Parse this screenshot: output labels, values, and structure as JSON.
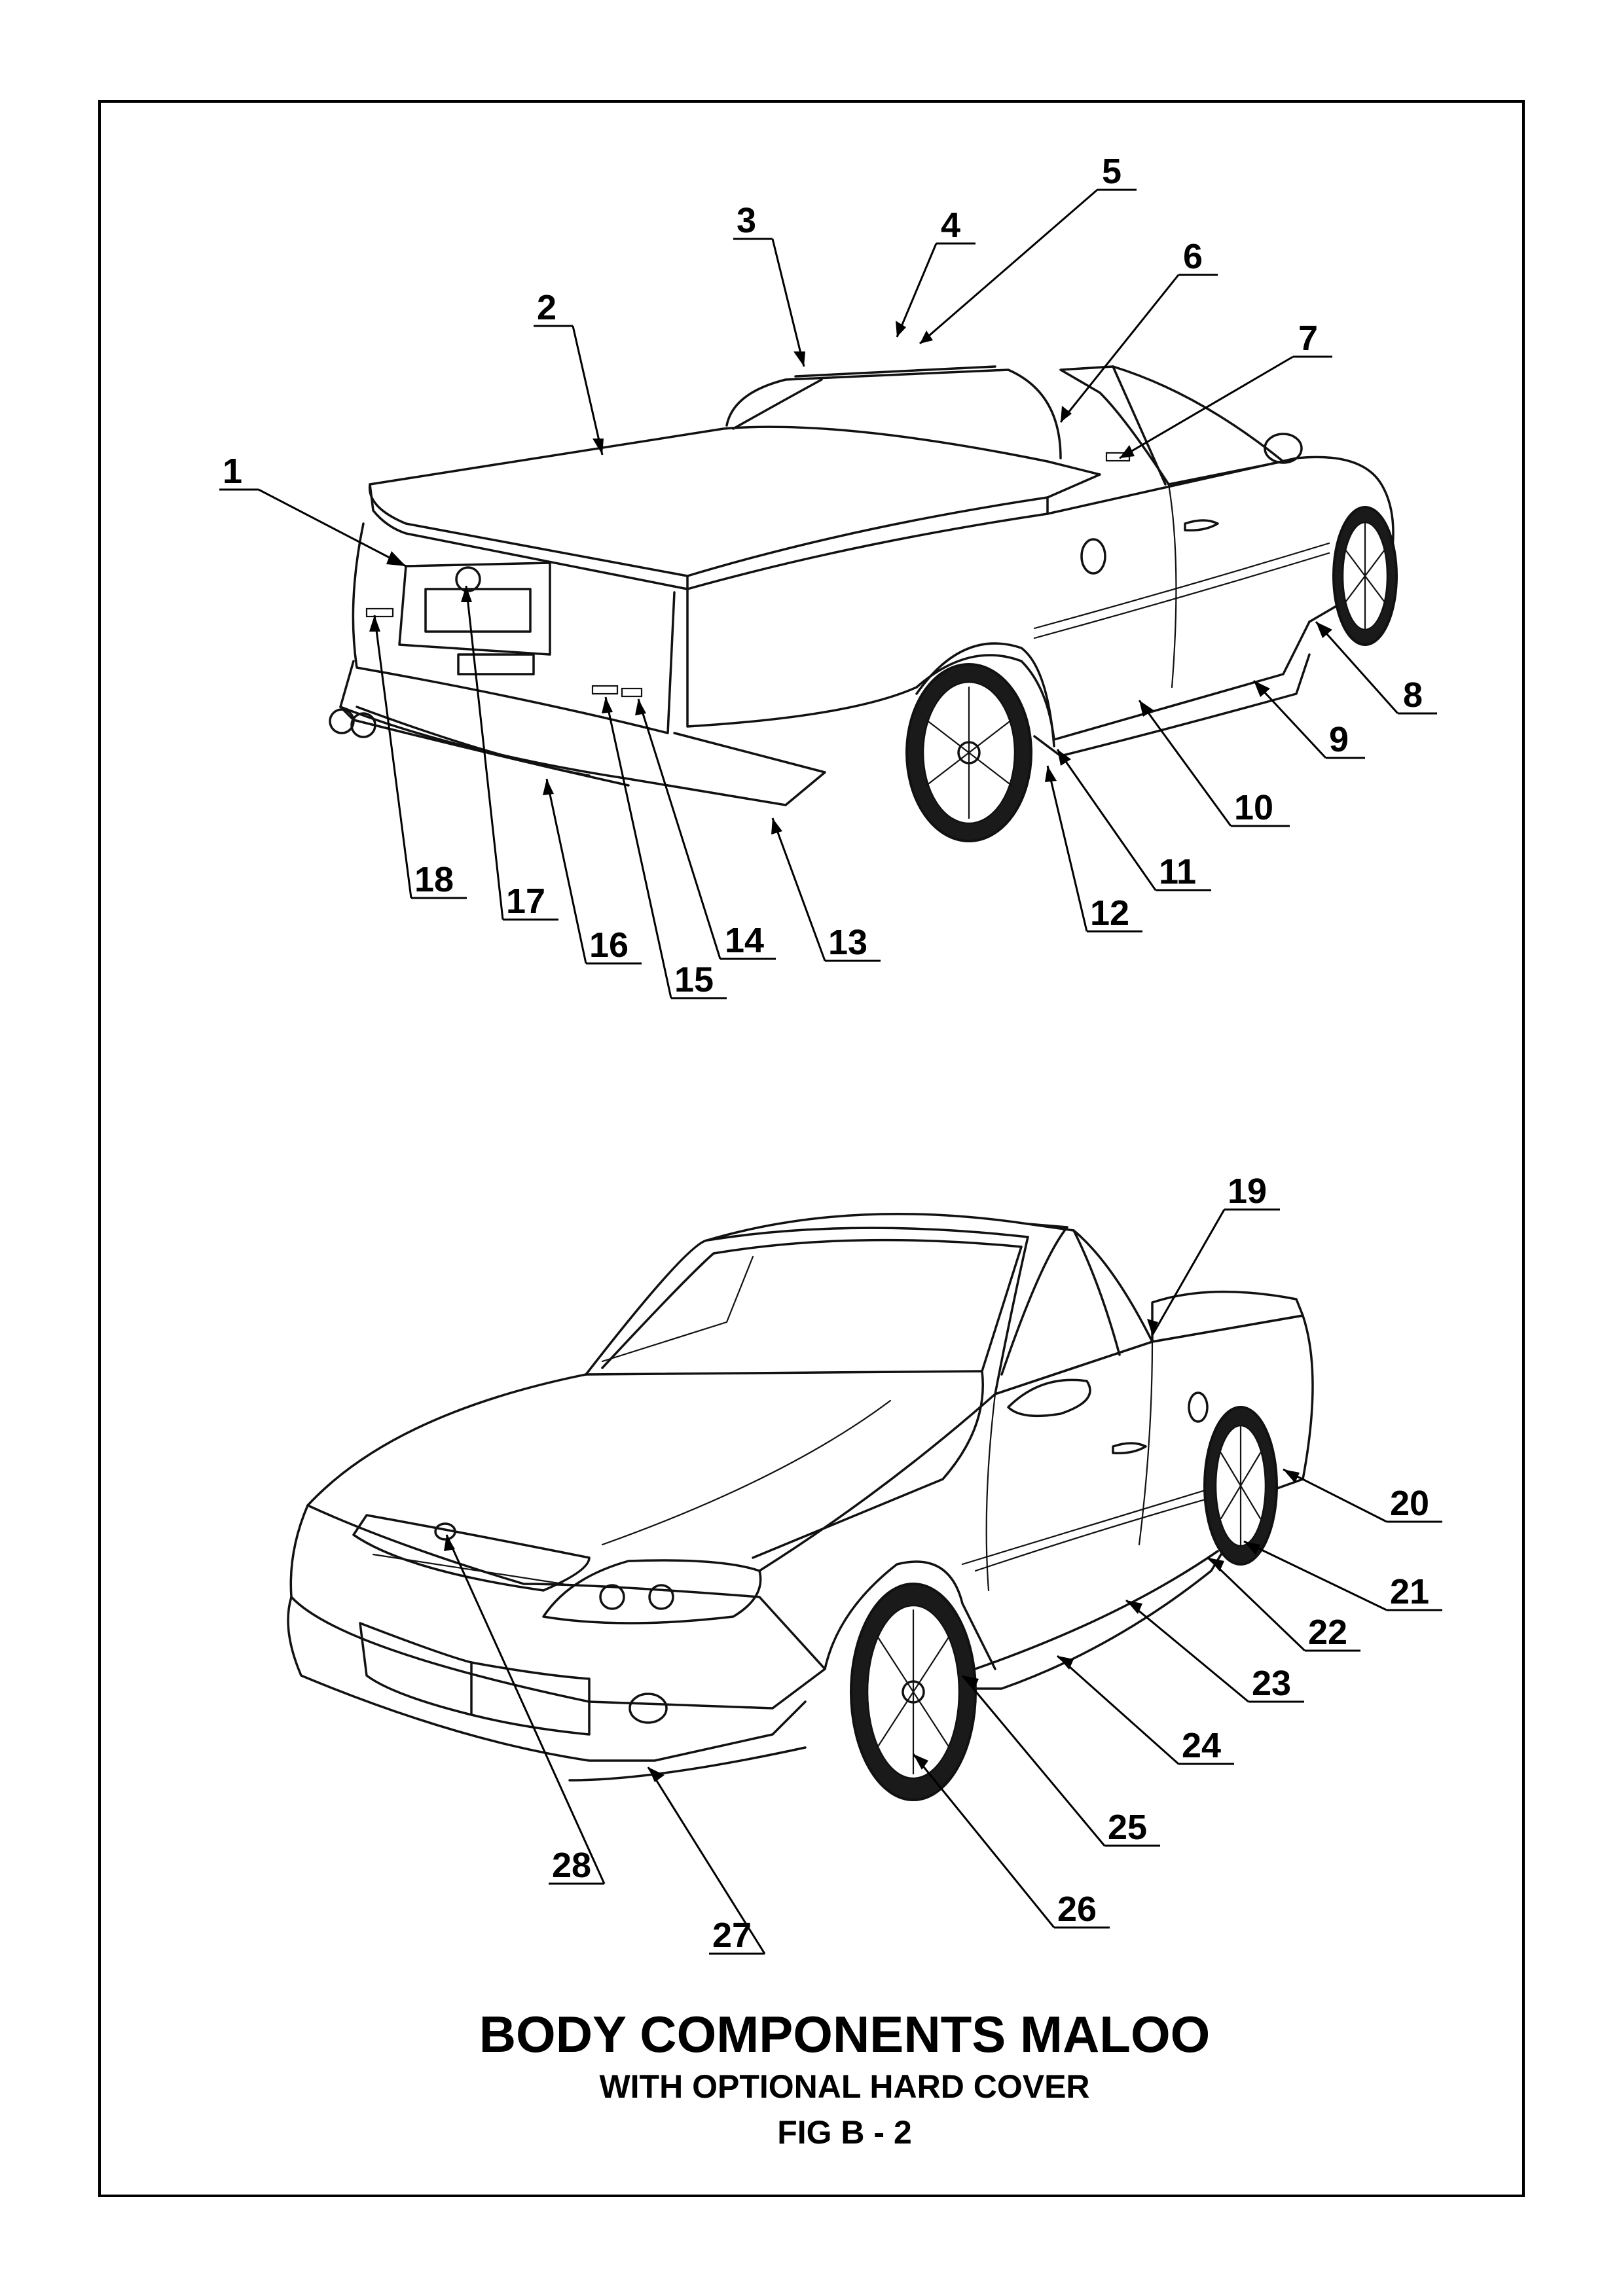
{
  "title": {
    "main": "BODY COMPONENTS MALOO",
    "subtitle": "WITH OPTIONAL HARD COVER",
    "figure": "FIG B - 2"
  },
  "callouts": [
    "1",
    "2",
    "3",
    "4",
    "5",
    "6",
    "7",
    "8",
    "9",
    "10",
    "11",
    "12",
    "13",
    "14",
    "15",
    "16",
    "17",
    "18",
    "19",
    "20",
    "21",
    "22",
    "23",
    "24",
    "25",
    "26",
    "27",
    "28"
  ],
  "views": [
    {
      "name": "rear-three-quarter-view",
      "callouts": [
        "1",
        "2",
        "3",
        "4",
        "5",
        "6",
        "7",
        "8",
        "9",
        "10",
        "11",
        "12",
        "13",
        "14",
        "15",
        "16",
        "17",
        "18"
      ]
    },
    {
      "name": "front-three-quarter-view",
      "callouts": [
        "19",
        "20",
        "21",
        "22",
        "23",
        "24",
        "25",
        "26",
        "27",
        "28"
      ]
    }
  ]
}
